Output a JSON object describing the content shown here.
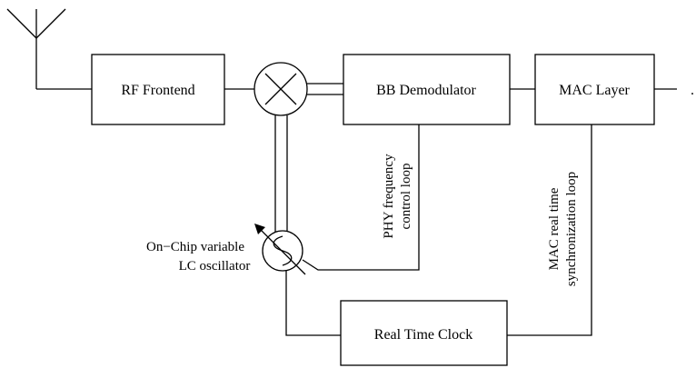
{
  "blocks": {
    "rf_frontend": "RF Frontend",
    "bb_demodulator": "BB Demodulator",
    "mac_layer": "MAC Layer",
    "real_time_clock": "Real Time Clock"
  },
  "labels": {
    "oscillator_line1": "On−Chip variable",
    "oscillator_line2": "LC oscillator",
    "phy_loop_line1": "PHY frequency",
    "phy_loop_line2": "control loop",
    "mac_loop_line1": "MAC real time",
    "mac_loop_line2": "synchronization loop",
    "trailing_dot": "."
  },
  "icons": {
    "antenna": "antenna-icon",
    "mixer": "mixer-icon",
    "oscillator": "sine-oscillator-icon"
  }
}
